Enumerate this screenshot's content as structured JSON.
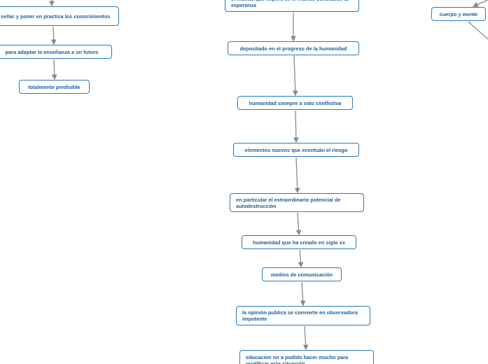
{
  "nodes": [
    {
      "id": "n_left1",
      "text": "señar y poner en practica los conocimientos",
      "multiline": true
    },
    {
      "id": "n_left2",
      "text": "para adaptar la enseñanza a un futuro"
    },
    {
      "id": "n_left3",
      "text": "totalmente predisible"
    },
    {
      "id": "n_c0",
      "text": "el mundo que impera en el mundo contradice la esperanza",
      "multiline": true
    },
    {
      "id": "n_c1",
      "text": "depositado en el progreso de la humanidad"
    },
    {
      "id": "n_c2",
      "text": "humanidad siempre a sido conflictiva"
    },
    {
      "id": "n_c3",
      "text": "elementos nuevos que ecentuán el riesgo"
    },
    {
      "id": "n_c4",
      "text": "en particular el extraordinario potencial de autodestrucción",
      "multiline": true
    },
    {
      "id": "n_c5",
      "text": "humanidad que ha creado en siglo xx"
    },
    {
      "id": "n_c6",
      "text": "medios de comunicación"
    },
    {
      "id": "n_c7",
      "text": "la opinión publica se convierte en observadora impotente",
      "multiline": true
    },
    {
      "id": "n_c8",
      "text": "educacion no a podido hacer mucho para modificar esta situación",
      "multiline": true
    },
    {
      "id": "n_r1",
      "text": "cuerpo y mente"
    }
  ],
  "colors": {
    "border": "#2a7ab8",
    "text": "#1a5f9e",
    "connector": "#8a8a8a"
  }
}
